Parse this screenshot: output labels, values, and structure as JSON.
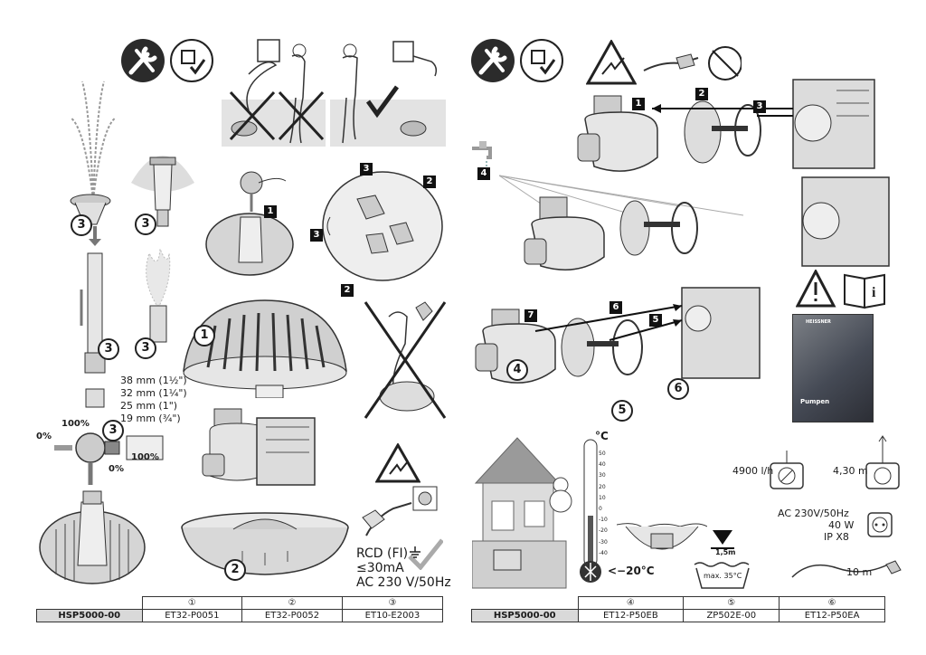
{
  "left_page": {
    "part_callouts": [
      "3",
      "3",
      "3",
      "3",
      "1",
      "2"
    ],
    "step_boxes": [
      "1",
      "2",
      "3",
      "3"
    ],
    "tube_sizes": [
      "38 mm (1½\")",
      "32 mm (1¼\")",
      "25 mm (1\")",
      "19 mm (¾\")"
    ],
    "flow_labels": [
      "100%",
      "0%",
      "0%",
      "100%"
    ],
    "electrical": {
      "line1": "RCD (FI)",
      "line2": "≤30mA",
      "line3": "AC 230 V/50Hz"
    },
    "parts_table": {
      "header": [
        "①",
        "②",
        "③"
      ],
      "model": "HSP5000-00",
      "values": [
        "ET32-P0051",
        "ET32-P0052",
        "ET10-E2003"
      ]
    }
  },
  "right_page": {
    "step_boxes": [
      "1",
      "2",
      "3",
      "4",
      "5",
      "6",
      "7"
    ],
    "part_callouts": [
      "4",
      "5",
      "6"
    ],
    "thermometer": {
      "unit": "°C",
      "ticks": [
        "50",
        "40",
        "30",
        "20",
        "10",
        "0",
        "-10",
        "-20",
        "-30",
        "-40"
      ],
      "min_label": "<−20°C"
    },
    "depth": "1,5m",
    "max_temp": "max. 35°C",
    "specs": {
      "flow": "4900 l/h",
      "head": "4,30 m",
      "power_lines": [
        "AC 230V/50Hz",
        "40 W",
        "IP X8"
      ],
      "cable": "10 m"
    },
    "manual_cover": {
      "brand": "HEISSNER",
      "title": "Pumpen"
    },
    "parts_table": {
      "header": [
        "④",
        "⑤",
        "⑥"
      ],
      "model": "HSP5000-00",
      "values": [
        "ET12-P50EB",
        "ZP502E-00",
        "ET12-P50EA"
      ]
    }
  }
}
